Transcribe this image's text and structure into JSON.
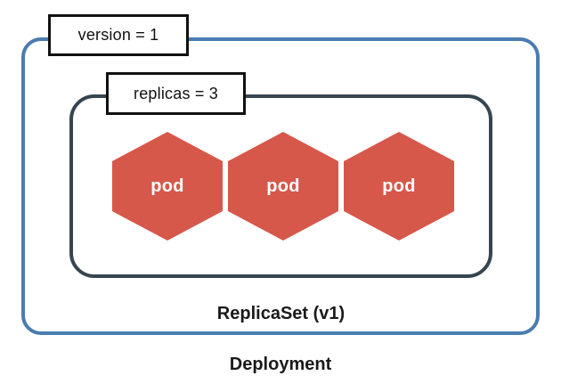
{
  "diagram": {
    "title_context": "Kubernetes Deployment diagram",
    "deployment": {
      "label": "Deployment"
    },
    "replicaset": {
      "label": "ReplicaSet (v1)"
    },
    "annotations": {
      "version": "version = 1",
      "replicas": "replicas = 3"
    },
    "pods": [
      {
        "label": "pod"
      },
      {
        "label": "pod"
      },
      {
        "label": "pod"
      }
    ],
    "colors": {
      "deployment_border": "#4A7CB0",
      "replicaset_border": "#36454F",
      "pod_fill": "#D6584A",
      "pod_text": "#FFFFFF",
      "annotation_border": "#111111",
      "annotation_background": "#FFFFFF",
      "caption_text": "#1A1A1A",
      "background": "#FFFFFF"
    }
  }
}
